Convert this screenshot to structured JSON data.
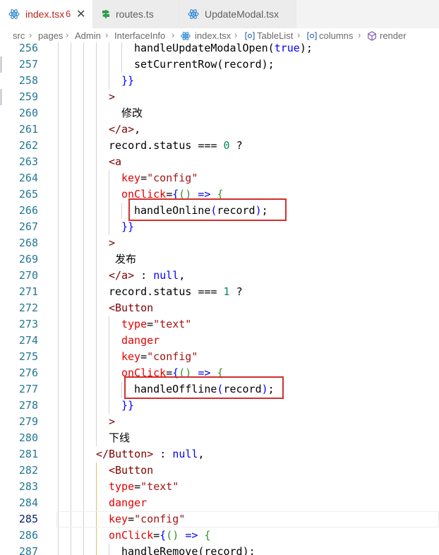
{
  "tabs": [
    {
      "label": "index.tsx",
      "badge": "6",
      "close": "✕",
      "icon": "react-icon",
      "color": "#3a8fd6"
    },
    {
      "label": "routes.ts",
      "icon": "route-icon",
      "color": "#2e9e4f"
    },
    {
      "label": "UpdateModal.tsx",
      "icon": "react-icon",
      "color": "#3a8fd6"
    }
  ],
  "breadcrumb": {
    "items": [
      "src",
      "pages",
      "Admin",
      "InterfaceInfo",
      "index.tsx",
      "TableList",
      "columns",
      "render"
    ],
    "separator": "›"
  },
  "colors": {
    "keyword": "#0000ff",
    "tag": "#800000",
    "attr": "#e50000",
    "string": "#a31515",
    "number": "#098658",
    "fn": "#795e26",
    "brace": "#319331",
    "plain": "#000000"
  },
  "editor": {
    "current_line": "285",
    "lines": [
      {
        "n": "256",
        "tokens": [
          {
            "t": "handleUpdateModalOpen",
            "c": "plain"
          },
          {
            "t": "(",
            "c": "plain"
          },
          {
            "t": "true",
            "c": "keyword"
          },
          {
            "t": ");",
            "c": "plain"
          }
        ]
      },
      {
        "n": "257",
        "tokens": [
          {
            "t": "setCurrentRow",
            "c": "plain"
          },
          {
            "t": "(record);",
            "c": "plain"
          }
        ]
      },
      {
        "n": "258",
        "tokens": [
          {
            "t": "}}",
            "c": "keyword"
          }
        ]
      },
      {
        "n": "259",
        "tokens": [
          {
            "t": ">",
            "c": "tag"
          }
        ]
      },
      {
        "n": "260",
        "tokens": [
          {
            "t": "修改",
            "c": "plain"
          }
        ]
      },
      {
        "n": "261",
        "tokens": [
          {
            "t": "</a>",
            "c": "tag"
          },
          {
            "t": ",",
            "c": "plain"
          }
        ]
      },
      {
        "n": "262",
        "tokens": [
          {
            "t": "record.status ",
            "c": "plain"
          },
          {
            "t": "===",
            "c": "plain"
          },
          {
            "t": " 0",
            "c": "number"
          },
          {
            "t": " ?",
            "c": "plain"
          }
        ]
      },
      {
        "n": "263",
        "tokens": [
          {
            "t": "<a",
            "c": "tag"
          }
        ]
      },
      {
        "n": "264",
        "tokens": [
          {
            "t": "key",
            "c": "attr"
          },
          {
            "t": "=",
            "c": "plain"
          },
          {
            "t": "\"config\"",
            "c": "string"
          }
        ]
      },
      {
        "n": "265",
        "tokens": [
          {
            "t": "onClick",
            "c": "attr"
          },
          {
            "t": "=",
            "c": "plain"
          },
          {
            "t": "{",
            "c": "keyword"
          },
          {
            "t": "() ",
            "c": "brace"
          },
          {
            "t": "=>",
            "c": "keyword"
          },
          {
            "t": " {",
            "c": "brace"
          }
        ]
      },
      {
        "n": "266",
        "tokens": [
          {
            "t": "handleOnline",
            "c": "plain"
          },
          {
            "t": "(",
            "c": "keyword"
          },
          {
            "t": "record",
            "c": "plain"
          },
          {
            "t": ")",
            "c": "keyword"
          },
          {
            "t": ";",
            "c": "plain"
          }
        ]
      },
      {
        "n": "267",
        "tokens": [
          {
            "t": "}}",
            "c": "keyword"
          }
        ]
      },
      {
        "n": "268",
        "tokens": [
          {
            "t": ">",
            "c": "tag"
          }
        ]
      },
      {
        "n": "269",
        "tokens": [
          {
            "t": "发布",
            "c": "plain"
          }
        ]
      },
      {
        "n": "270",
        "tokens": [
          {
            "t": "</a>",
            "c": "tag"
          },
          {
            "t": " : ",
            "c": "plain"
          },
          {
            "t": "null",
            "c": "keyword"
          },
          {
            "t": ",",
            "c": "plain"
          }
        ]
      },
      {
        "n": "271",
        "tokens": [
          {
            "t": "record.status ",
            "c": "plain"
          },
          {
            "t": "===",
            "c": "plain"
          },
          {
            "t": " 1",
            "c": "number"
          },
          {
            "t": " ?",
            "c": "plain"
          }
        ]
      },
      {
        "n": "272",
        "tokens": [
          {
            "t": "<Button",
            "c": "tag"
          }
        ]
      },
      {
        "n": "273",
        "tokens": [
          {
            "t": "type",
            "c": "attr"
          },
          {
            "t": "=",
            "c": "plain"
          },
          {
            "t": "\"text\"",
            "c": "string"
          }
        ]
      },
      {
        "n": "274",
        "tokens": [
          {
            "t": "danger",
            "c": "attr"
          }
        ]
      },
      {
        "n": "275",
        "tokens": [
          {
            "t": "key",
            "c": "attr"
          },
          {
            "t": "=",
            "c": "plain"
          },
          {
            "t": "\"config\"",
            "c": "string"
          }
        ]
      },
      {
        "n": "276",
        "tokens": [
          {
            "t": "onClick",
            "c": "attr"
          },
          {
            "t": "=",
            "c": "plain"
          },
          {
            "t": "{",
            "c": "keyword"
          },
          {
            "t": "() ",
            "c": "brace"
          },
          {
            "t": "=>",
            "c": "keyword"
          },
          {
            "t": " {",
            "c": "brace"
          }
        ]
      },
      {
        "n": "277",
        "tokens": [
          {
            "t": "handleOffline",
            "c": "plain"
          },
          {
            "t": "(",
            "c": "keyword"
          },
          {
            "t": "record",
            "c": "plain"
          },
          {
            "t": ")",
            "c": "keyword"
          },
          {
            "t": ";",
            "c": "plain"
          }
        ]
      },
      {
        "n": "278",
        "tokens": [
          {
            "t": "}}",
            "c": "keyword"
          }
        ]
      },
      {
        "n": "279",
        "tokens": [
          {
            "t": ">",
            "c": "tag"
          }
        ]
      },
      {
        "n": "280",
        "tokens": [
          {
            "t": "下线",
            "c": "plain"
          }
        ]
      },
      {
        "n": "281",
        "tokens": [
          {
            "t": "</Button>",
            "c": "tag"
          },
          {
            "t": " : ",
            "c": "plain"
          },
          {
            "t": "null",
            "c": "keyword"
          },
          {
            "t": ",",
            "c": "plain"
          }
        ]
      },
      {
        "n": "282",
        "tokens": [
          {
            "t": "<Button",
            "c": "tag"
          }
        ]
      },
      {
        "n": "283",
        "tokens": [
          {
            "t": "type",
            "c": "attr"
          },
          {
            "t": "=",
            "c": "plain"
          },
          {
            "t": "\"text\"",
            "c": "string"
          }
        ]
      },
      {
        "n": "284",
        "tokens": [
          {
            "t": "danger",
            "c": "attr"
          }
        ]
      },
      {
        "n": "285",
        "tokens": [
          {
            "t": "key",
            "c": "attr"
          },
          {
            "t": "=",
            "c": "plain"
          },
          {
            "t": "\"config\"",
            "c": "string"
          }
        ]
      },
      {
        "n": "286",
        "tokens": [
          {
            "t": "onClick",
            "c": "attr"
          },
          {
            "t": "=",
            "c": "plain"
          },
          {
            "t": "{",
            "c": "keyword"
          },
          {
            "t": "() ",
            "c": "brace"
          },
          {
            "t": "=>",
            "c": "keyword"
          },
          {
            "t": " {",
            "c": "brace"
          }
        ]
      },
      {
        "n": "287",
        "tokens": [
          {
            "t": "handleRemove",
            "c": "plain"
          },
          {
            "t": "(record);",
            "c": "plain"
          }
        ]
      }
    ]
  }
}
